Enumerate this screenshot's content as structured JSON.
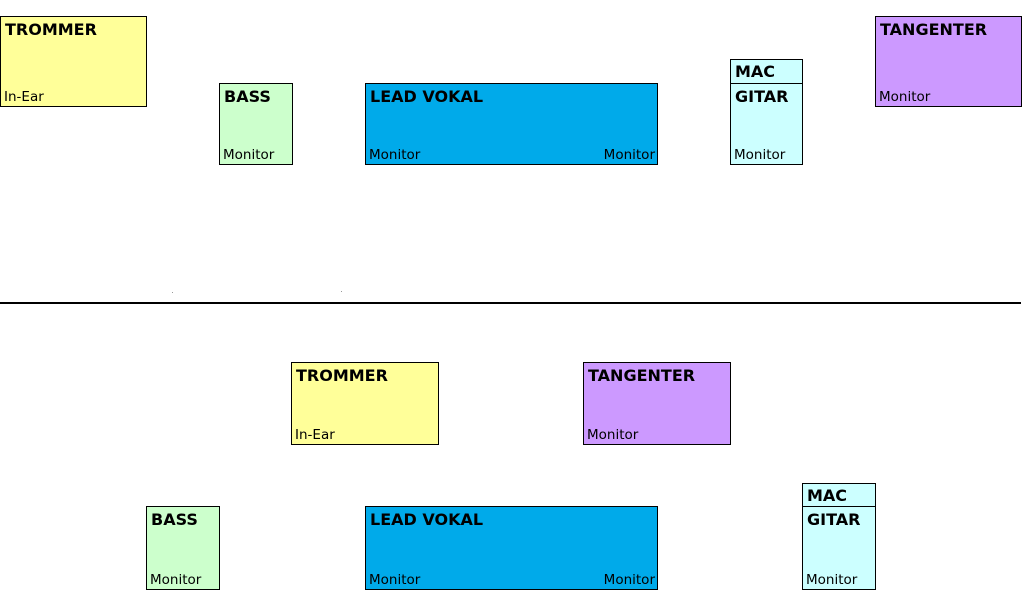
{
  "top": {
    "trommer": {
      "title": "TROMMER",
      "sub": "In-Ear"
    },
    "bass": {
      "title": "BASS",
      "sub": "Monitor"
    },
    "lead_vokal": {
      "title": "LEAD VOKAL",
      "sub_left": "Monitor",
      "sub_right": "Monitor"
    },
    "mac": {
      "title": "MAC"
    },
    "gitar": {
      "title": "GITAR",
      "sub": "Monitor"
    },
    "tangenter": {
      "title": "TANGENTER",
      "sub": "Monitor"
    }
  },
  "bottom": {
    "trommer": {
      "title": "TROMMER",
      "sub": "In-Ear"
    },
    "tangenter": {
      "title": "TANGENTER",
      "sub": "Monitor"
    },
    "bass": {
      "title": "BASS",
      "sub": "Monitor"
    },
    "lead_vokal": {
      "title": "LEAD VOKAL",
      "sub_left": "Monitor",
      "sub_right": "Monitor"
    },
    "mac": {
      "title": "MAC"
    },
    "gitar": {
      "title": "GITAR",
      "sub": "Monitor"
    }
  },
  "colors": {
    "trommer": "#ffff99",
    "bass": "#ccffcc",
    "lead_vokal": "#00aaea",
    "gitar": "#ccffff",
    "tangenter": "#cc99ff",
    "divider": "#000000"
  }
}
